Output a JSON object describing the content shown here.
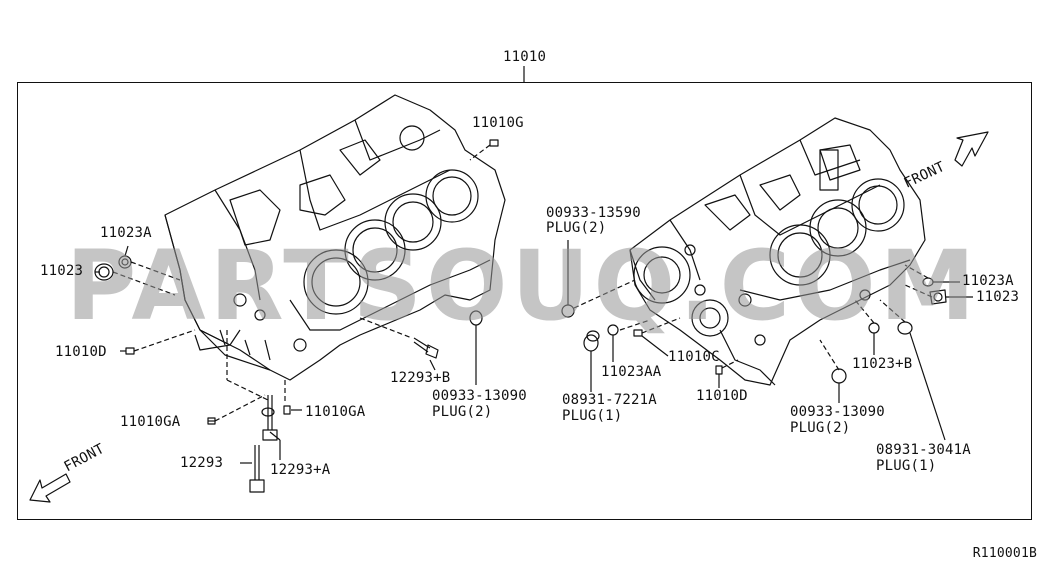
{
  "diagram": {
    "main_part": "11010",
    "reference": "R110001B",
    "watermark": "PARTSOUQ.COM",
    "left_front": "FRONT",
    "right_front": "FRONT",
    "labels": {
      "l_11010G": "11010G",
      "l_11023A_left": "11023A",
      "l_11023_left": "11023",
      "l_11010D_left": "11010D",
      "l_12293B": "12293+B",
      "l_00933_13090_left": "00933-13090",
      "l_plug2_left": "PLUG(2)",
      "l_11010GA_a": "11010GA",
      "l_11010GA_b": "11010GA",
      "l_12293": "12293",
      "l_12293A": "12293+A",
      "l_00933_13590": "00933-13590",
      "l_plug2_top": "PLUG(2)",
      "l_11023A_right": "11023A",
      "l_11023_right": "11023",
      "l_11010C": "11010C",
      "l_11023AA": "11023AA",
      "l_08931_7221A": "08931-7221A",
      "l_plug1_mid": "PLUG(1)",
      "l_11010D_right": "11010D",
      "l_11023B": "11023+B",
      "l_00933_13090_right": "00933-13090",
      "l_plug2_right": "PLUG(2)",
      "l_08931_3041A": "08931-3041A",
      "l_plug1_right": "PLUG(1)"
    }
  }
}
